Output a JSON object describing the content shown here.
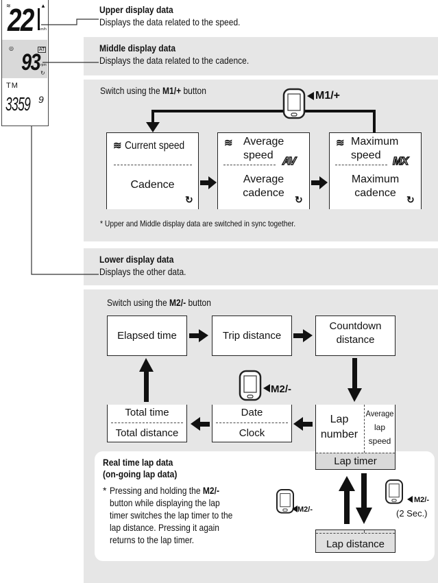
{
  "device": {
    "upper_value": "22",
    "upper_unit": "km/h",
    "middle_value": "93",
    "middle_unit": "rpm",
    "middle_badge": "AT",
    "lower_label": "TM",
    "lower_value": "3359",
    "lower_small": "9"
  },
  "upper": {
    "title": "Upper display data",
    "desc": "Displays the data related to the speed."
  },
  "middle": {
    "title": "Middle display data",
    "desc": "Displays the data related to the cadence."
  },
  "m1": {
    "switch_prefix": "Switch using the ",
    "button": "M1/+",
    "switch_suffix": " button",
    "button_label": "M1/+",
    "boxes": [
      {
        "top": "Current speed",
        "bottom": "Cadence"
      },
      {
        "top": "Average speed",
        "top_l1": "Average",
        "top_l2": "speed",
        "badge": "AV",
        "bottom_l1": "Average",
        "bottom_l2": "cadence"
      },
      {
        "top": "Maximum speed",
        "top_l1": "Maximum",
        "top_l2": "speed",
        "badge": "MX",
        "bottom_l1": "Maximum",
        "bottom_l2": "cadence"
      }
    ],
    "note": "* Upper and Middle display data are switched in sync together."
  },
  "lower": {
    "title": "Lower display data",
    "desc": "Displays the other data."
  },
  "m2": {
    "switch_prefix": "Switch using the ",
    "button": "M2/-",
    "switch_suffix": " button",
    "button_label": "M2/-",
    "elapsed": "Elapsed time",
    "trip": "Trip distance",
    "countdown_l1": "Countdown",
    "countdown_l2": "distance",
    "total_time": "Total time",
    "total_distance": "Total distance",
    "date": "Date",
    "clock": "Clock",
    "lap_l1": "Lap",
    "lap_l2": "number",
    "avg_l1": "Average",
    "avg_l2": "lap",
    "avg_l3": "speed",
    "lap_timer": "Lap timer",
    "lap_distance": "Lap distance"
  },
  "realtime": {
    "title_l1": "Real time lap data",
    "title_l2": "(on-going lap data)",
    "note_star": "*",
    "note_l1_pre": "Pressing and holding the ",
    "note_l1_btn": "M2/-",
    "note_l2": "button while displaying the lap",
    "note_l3": "timer switches the lap timer to the",
    "note_l4": "lap distance. Pressing it again",
    "note_l5": "returns to the lap timer.",
    "btn_left": "M2/-",
    "btn_right": "M2/-",
    "hold": "(2 Sec.)"
  }
}
